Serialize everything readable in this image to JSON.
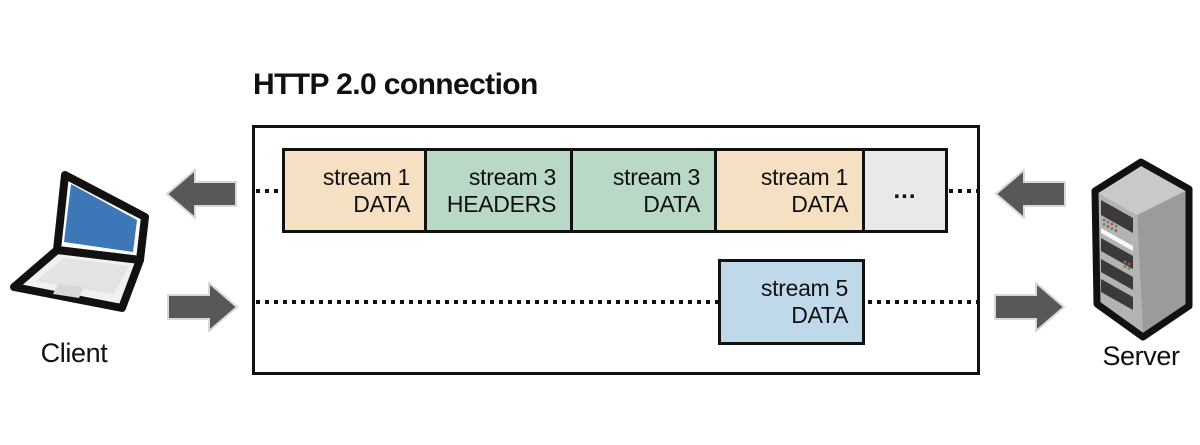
{
  "title": "HTTP 2.0 connection",
  "client_label": "Client",
  "server_label": "Server",
  "ellipsis": "...",
  "frames_top": [
    {
      "stream": "stream 1",
      "type": "DATA",
      "color": "tan"
    },
    {
      "stream": "stream 3",
      "type": "HEADERS",
      "color": "green"
    },
    {
      "stream": "stream 3",
      "type": "DATA",
      "color": "green"
    },
    {
      "stream": "stream 1",
      "type": "DATA",
      "color": "tan"
    }
  ],
  "frame_bottom": {
    "stream": "stream 5",
    "type": "DATA",
    "color": "blue"
  },
  "colors": {
    "tan": "#f6e0c3",
    "green": "#b9d8c5",
    "blue": "#c0d9ea",
    "gray": "#e9e9e9",
    "arrow": "#57585a",
    "arrow_edge": "#d9d9d9",
    "laptop_screen": "#3d77b8",
    "outline": "#111111"
  }
}
